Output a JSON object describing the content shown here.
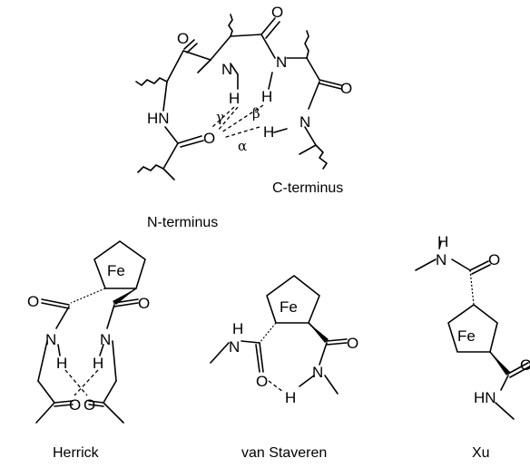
{
  "top": {
    "atoms": {
      "O_top": "O",
      "O_left": "O",
      "O_right": "O",
      "O_center": "O",
      "N_top_left": "N",
      "N_top_right": "N",
      "H_top_left": "H",
      "H_top_right": "H",
      "HN_left": "HN",
      "N_right": "N",
      "H_right": "H"
    },
    "greek": {
      "gamma": "γ",
      "beta": "β",
      "alpha": "α"
    },
    "labels": {
      "n_terminus": "N-terminus",
      "c_terminus": "C-terminus"
    }
  },
  "herrick": {
    "atoms": {
      "Fe": "Fe",
      "O_left": "O",
      "O_right": "O",
      "N_left": "N",
      "N_right": "N",
      "H_left": "H",
      "H_right": "H",
      "O_bottom_left": "O",
      "O_bottom_right": "O"
    },
    "caption": "Herrick"
  },
  "van_staveren": {
    "atoms": {
      "Fe": "Fe",
      "H_left": "H",
      "N_left": "N",
      "O_left": "O",
      "O_right": "O",
      "H_bridge": "H",
      "N_right": "N"
    },
    "caption": "van Staveren"
  },
  "xu": {
    "atoms": {
      "H_top": "H",
      "N_top": "N",
      "O_top": "O",
      "Fe": "Fe",
      "O_right": "O",
      "HN_bottom": "HN"
    },
    "caption": "Xu"
  }
}
